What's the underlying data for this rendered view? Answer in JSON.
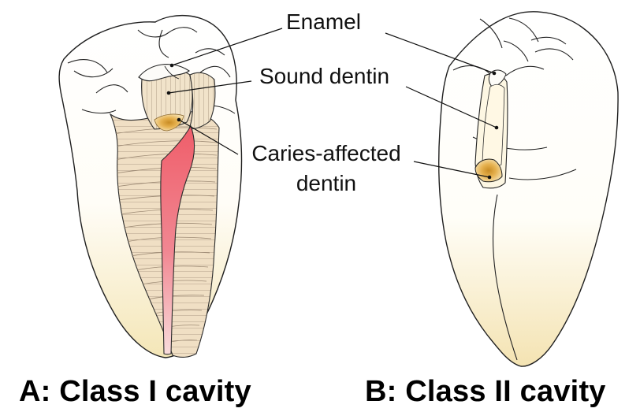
{
  "labels": {
    "enamel": "Enamel",
    "sound_dentin": "Sound dentin",
    "caries_line1": "Caries-affected",
    "caries_line2": "dentin"
  },
  "captions": {
    "a": "A: Class I cavity",
    "b": "B: Class II cavity"
  },
  "colors": {
    "outline": "#1a1a1a",
    "tooth_fill": "#fffdf4",
    "tooth_shade": "#f4e8bf",
    "dentin_fill": "#f2e6cf",
    "pulp": "#ef6b75",
    "pulp_light": "#f7c2c6",
    "caries": "#e7b85b",
    "enamel": "#fbfbf9"
  }
}
